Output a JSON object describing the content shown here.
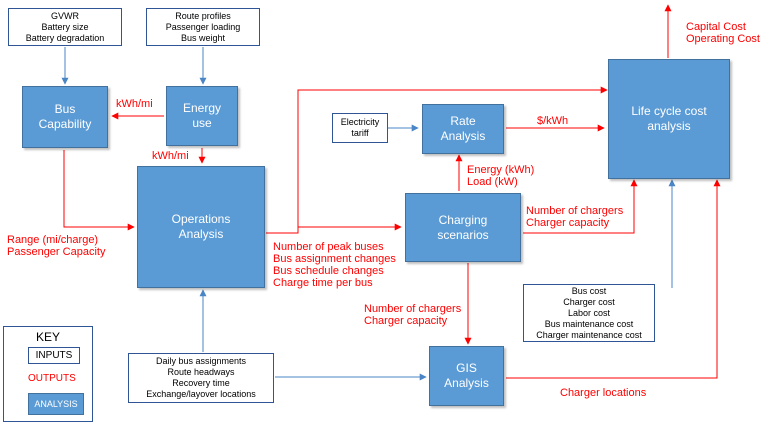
{
  "inputs": {
    "vehicle": [
      "GVWR",
      "Battery size",
      "Battery degradation"
    ],
    "route": [
      "Route profiles",
      "Passenger loading",
      "Bus weight"
    ],
    "tariff": [
      "Electricity",
      "tariff"
    ],
    "costs": [
      "Bus cost",
      "Charger cost",
      "Labor cost",
      "Bus maintenance cost",
      "Charger maintenance cost"
    ],
    "operations": [
      "Daily bus assignments",
      "Route headways",
      "Recovery time",
      "Exchange/layover locations"
    ]
  },
  "analyses": {
    "bus_capability": [
      "Bus",
      "Capability"
    ],
    "energy_use": [
      "Energy",
      "use"
    ],
    "operations": [
      "Operations",
      "Analysis"
    ],
    "rate": [
      "Rate",
      "Analysis"
    ],
    "charging": [
      "Charging",
      "scenarios"
    ],
    "gis": [
      "GIS",
      "Analysis"
    ],
    "lcc": [
      "Life cycle cost",
      "analysis"
    ]
  },
  "outputs": {
    "kwh_mi_left": "kWh/mi",
    "kwh_mi_down": "kWh/mi",
    "range": [
      "Range (mi/charge)",
      "Passenger Capacity"
    ],
    "ops_out": [
      "Number of peak buses",
      "Bus assignment changes",
      "Bus schedule changes",
      "Charge time per bus"
    ],
    "usd_kwh": "$/kWh",
    "energy_load": [
      "Energy (kWh)",
      "Load (kW)"
    ],
    "chargers_lcc": [
      "Number of chargers",
      "Charger capacity"
    ],
    "chargers_gis": [
      "Number of chargers",
      "Charger capacity"
    ],
    "charger_locations": "Charger locations",
    "costs": [
      "Capital Cost",
      "Operating Cost"
    ]
  },
  "key": {
    "title": "KEY",
    "inputs": "INPUTS",
    "outputs": "OUTPUTS",
    "analysis": "ANALYSIS"
  },
  "colors": {
    "analysis_fill": "#5b9bd5",
    "input_border": "#2f5597",
    "output_text": "#ff0000",
    "input_arrow": "#4a86c5"
  }
}
